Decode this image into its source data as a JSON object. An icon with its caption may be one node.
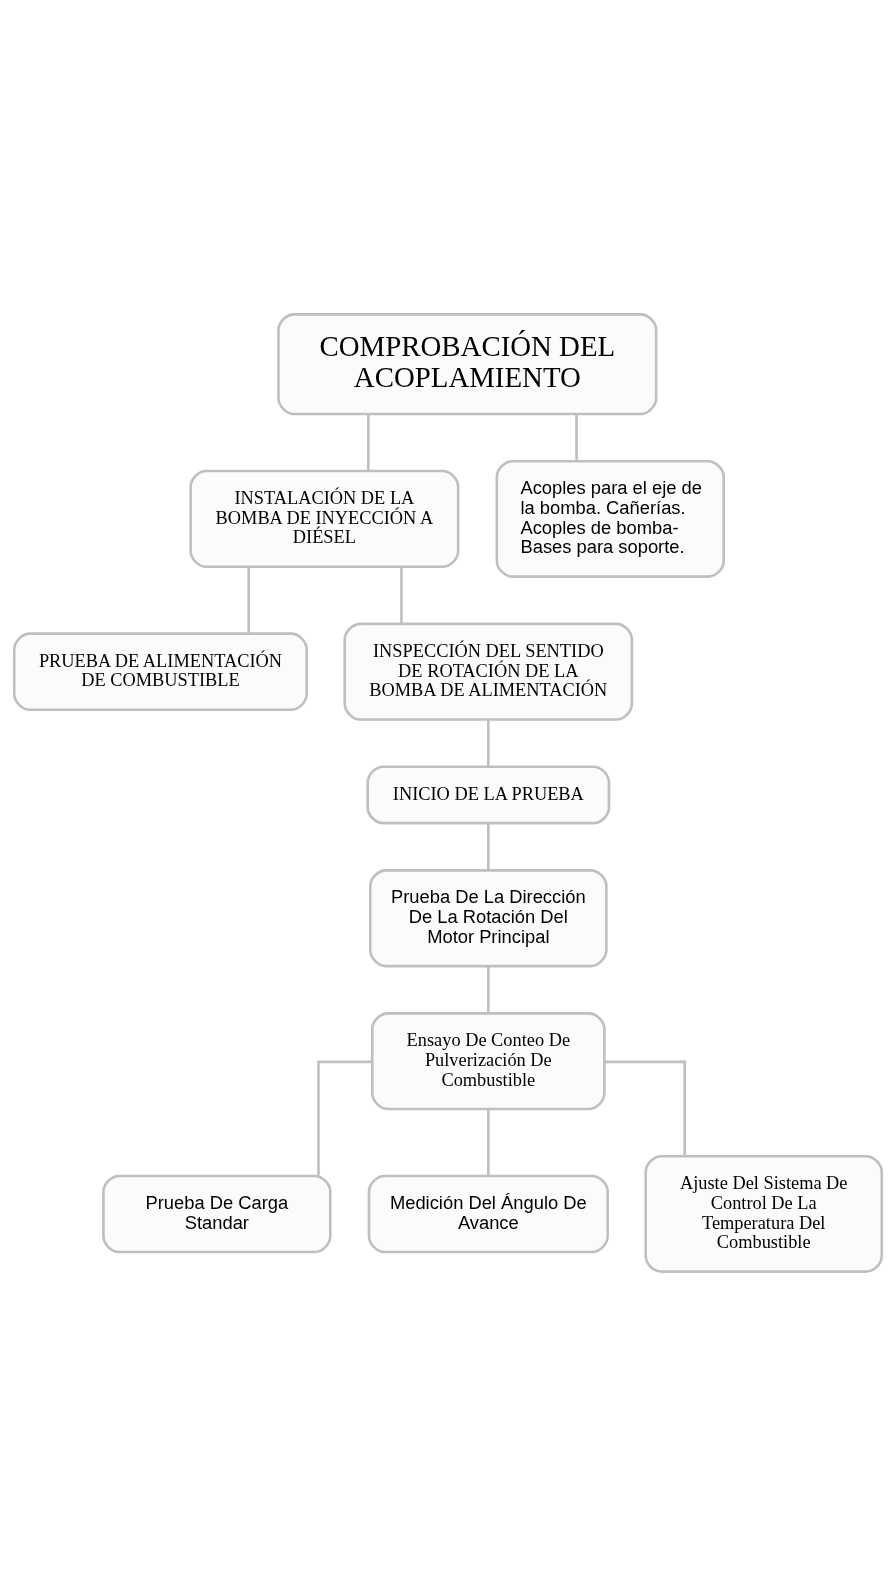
{
  "diagram": {
    "nodes": [
      {
        "text": [
          "COMPROBACIÓN DEL ACOPLAMIENTO"
        ]
      },
      {
        "text": [
          "INSTALACIÓN DE LA BOMBA DE INYECCIÓN A DIÉSEL"
        ]
      },
      {
        "text": [
          "Acoples para el eje de la bomba. Cañerías. Acoples de bomba- Bases para soporte."
        ]
      },
      {
        "text": [
          "PRUEBA DE ALIMENTACIÓN DE COMBUSTIBLE"
        ]
      },
      {
        "text": [
          "INSPECCIÓN DEL SENTIDO DE ROTACIÓN DE LA BOMBA DE ALIMENTACIÓN"
        ]
      },
      {
        "text": [
          "INICIO DE LA PRUEBA"
        ]
      },
      {
        "text": [
          "Prueba De La Dirección De La Rotación Del Motor Principal"
        ]
      },
      {
        "text": [
          "Ensayo De Conteo De Pulverización De Combustible"
        ]
      },
      {
        "text": [
          "Prueba De Carga Standar"
        ]
      },
      {
        "text": [
          "Medición Del Ángulo De Avance"
        ]
      },
      {
        "text": [
          "Ajuste Del Sistema De Control De La Temperatura Del Combustible"
        ]
      }
    ],
    "edges": [
      {
        "from": 0,
        "to": 1,
        "arrow": "none"
      },
      {
        "from": 0,
        "to": 2,
        "arrow": "none"
      },
      {
        "from": 1,
        "to": 3,
        "arrow": "none"
      },
      {
        "from": 1,
        "to": 4,
        "arrow": "none"
      },
      {
        "from": 4,
        "to": 5,
        "arrow": "none"
      },
      {
        "from": 5,
        "to": 6,
        "arrow": "none"
      },
      {
        "from": 6,
        "to": 7,
        "arrow": "none"
      },
      {
        "from": 7,
        "to": 8,
        "arrow": "none"
      },
      {
        "from": 7,
        "to": 9,
        "arrow": "none"
      },
      {
        "from": 7,
        "to": 10,
        "arrow": "none"
      }
    ]
  }
}
